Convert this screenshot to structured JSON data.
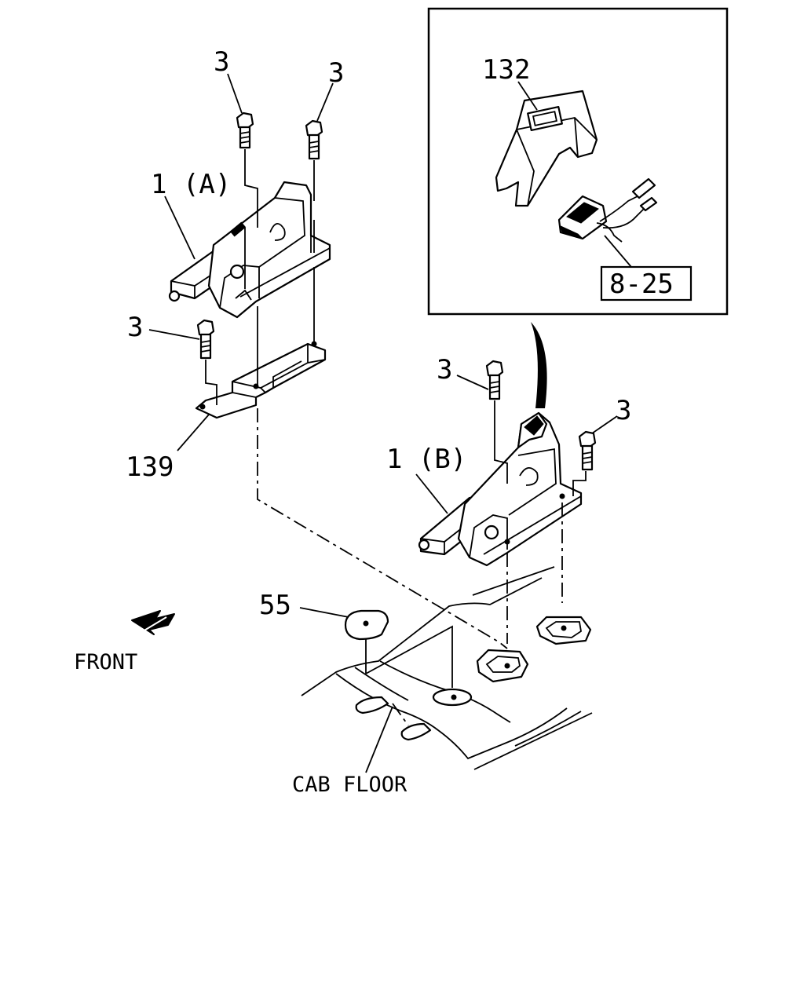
{
  "labels": {
    "bolt_a_left": "3",
    "bolt_a_right": "3",
    "lever_a": "1 (A)",
    "bolt_bracket": "3",
    "bracket": "139",
    "bolt_b_left": "3",
    "bolt_b_right": "3",
    "lever_b": "1 (B)",
    "grommet": "55",
    "front": "FRONT",
    "floor": "CAB FLOOR"
  },
  "inset": {
    "cover": "132",
    "ref": "8-25"
  }
}
